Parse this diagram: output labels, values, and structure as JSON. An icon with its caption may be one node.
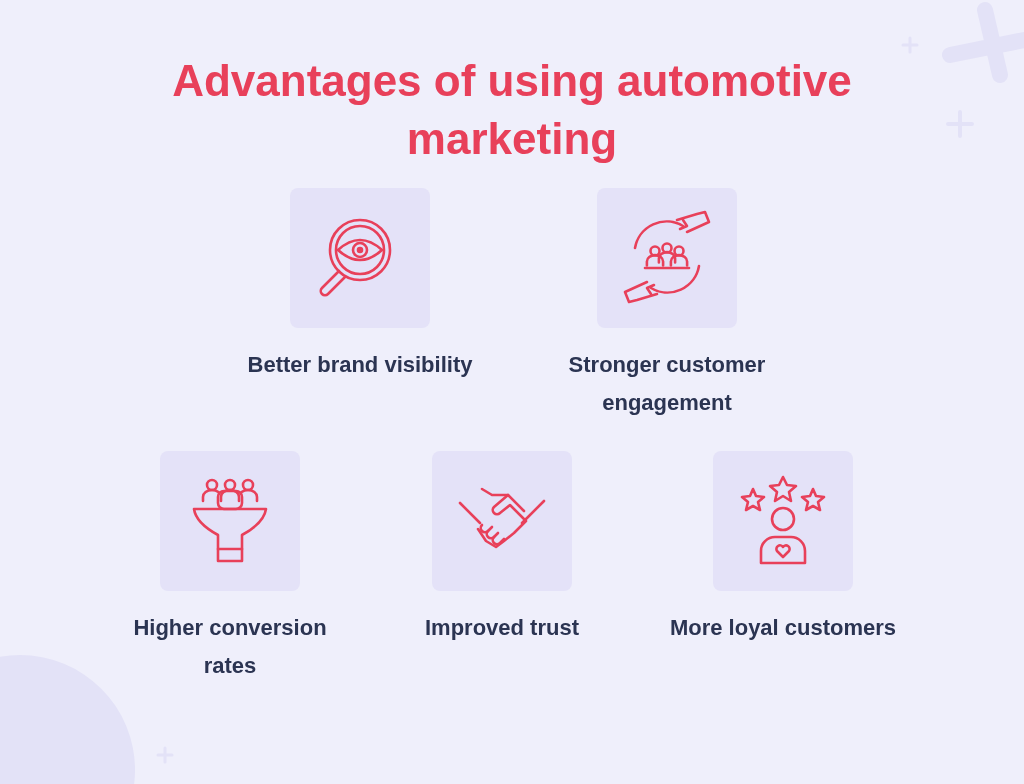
{
  "diagram": {
    "title": "Advantages of using automotive marketing",
    "nodes": [
      {
        "text": [
          "Better brand visibility"
        ]
      },
      {
        "text": [
          "Stronger customer engagement"
        ]
      },
      {
        "text": [
          "Higher conversion rates"
        ]
      },
      {
        "text": [
          "Improved trust"
        ]
      },
      {
        "text": [
          "More loyal customers"
        ]
      }
    ]
  }
}
